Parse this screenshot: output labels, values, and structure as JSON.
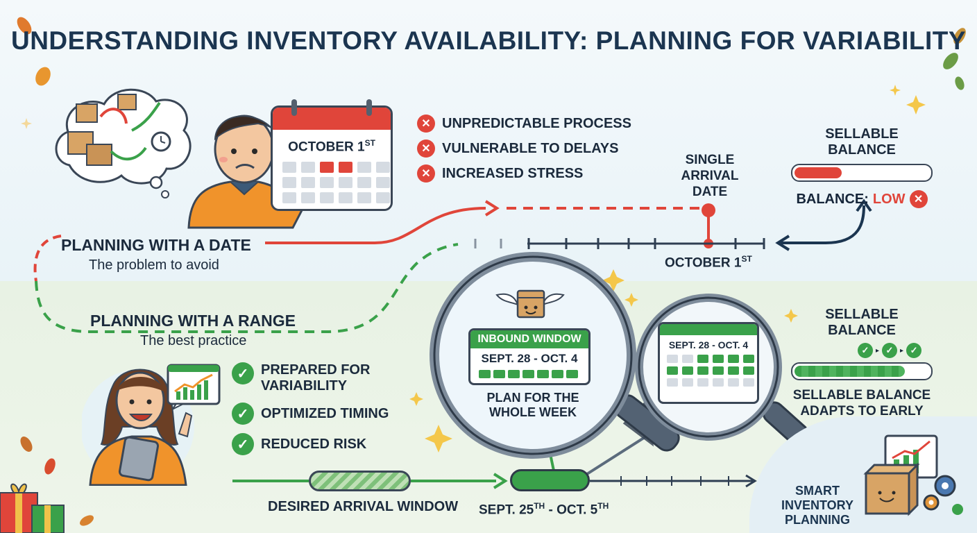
{
  "title": "UNDERSTANDING INVENTORY AVAILABILITY: PLANNING FOR VARIABILITY",
  "date_section": {
    "heading": "PLANNING WITH A DATE",
    "subtitle": "The problem to avoid",
    "calendar_label": "OCTOBER 1",
    "calendar_label_sup": "ST",
    "issues": [
      "UNPREDICTABLE PROCESS",
      "VULNERABLE TO DELAYS",
      "INCREASED STRESS"
    ],
    "marker_label": "SINGLE ARRIVAL DATE",
    "timeline_label": "OCTOBER 1",
    "timeline_label_sup": "ST",
    "balance_title": "SELLABLE BALANCE",
    "balance_level": 0.35,
    "balance_status_label": "BALANCE:",
    "balance_status_value": "LOW"
  },
  "range_section": {
    "heading": "PLANNING WITH A RANGE",
    "subtitle": "The best practice",
    "benefits": [
      "PREPARED FOR VARIABILITY",
      "OPTIMIZED TIMING",
      "REDUCED RISK"
    ],
    "inbound_window_title": "INBOUND WINDOW",
    "inbound_window_dates": "SEPT. 28 - OCT. 4",
    "lens_caption": "PLAN FOR THE WHOLE WEEK",
    "calendar_dates": "SEPT. 28 - OCT. 4",
    "desired_window_label": "DESIRED ARRIVAL WINDOW",
    "range_label_start": "SEPT. 25",
    "range_label_start_sup": "TH",
    "range_label_sep": " - OCT. 5",
    "range_label_end_sup": "TH",
    "balance_title": "SELLABLE BALANCE",
    "balance_level": 0.82,
    "balance_caption": "SELLABLE BALANCE ADAPTS TO EARLY ARRIVAL",
    "smart_label": "SMART INVENTORY PLANNING"
  },
  "colors": {
    "red": "#e0453a",
    "green": "#3aa14a",
    "navy": "#1b3550",
    "orange": "#f0932b"
  }
}
